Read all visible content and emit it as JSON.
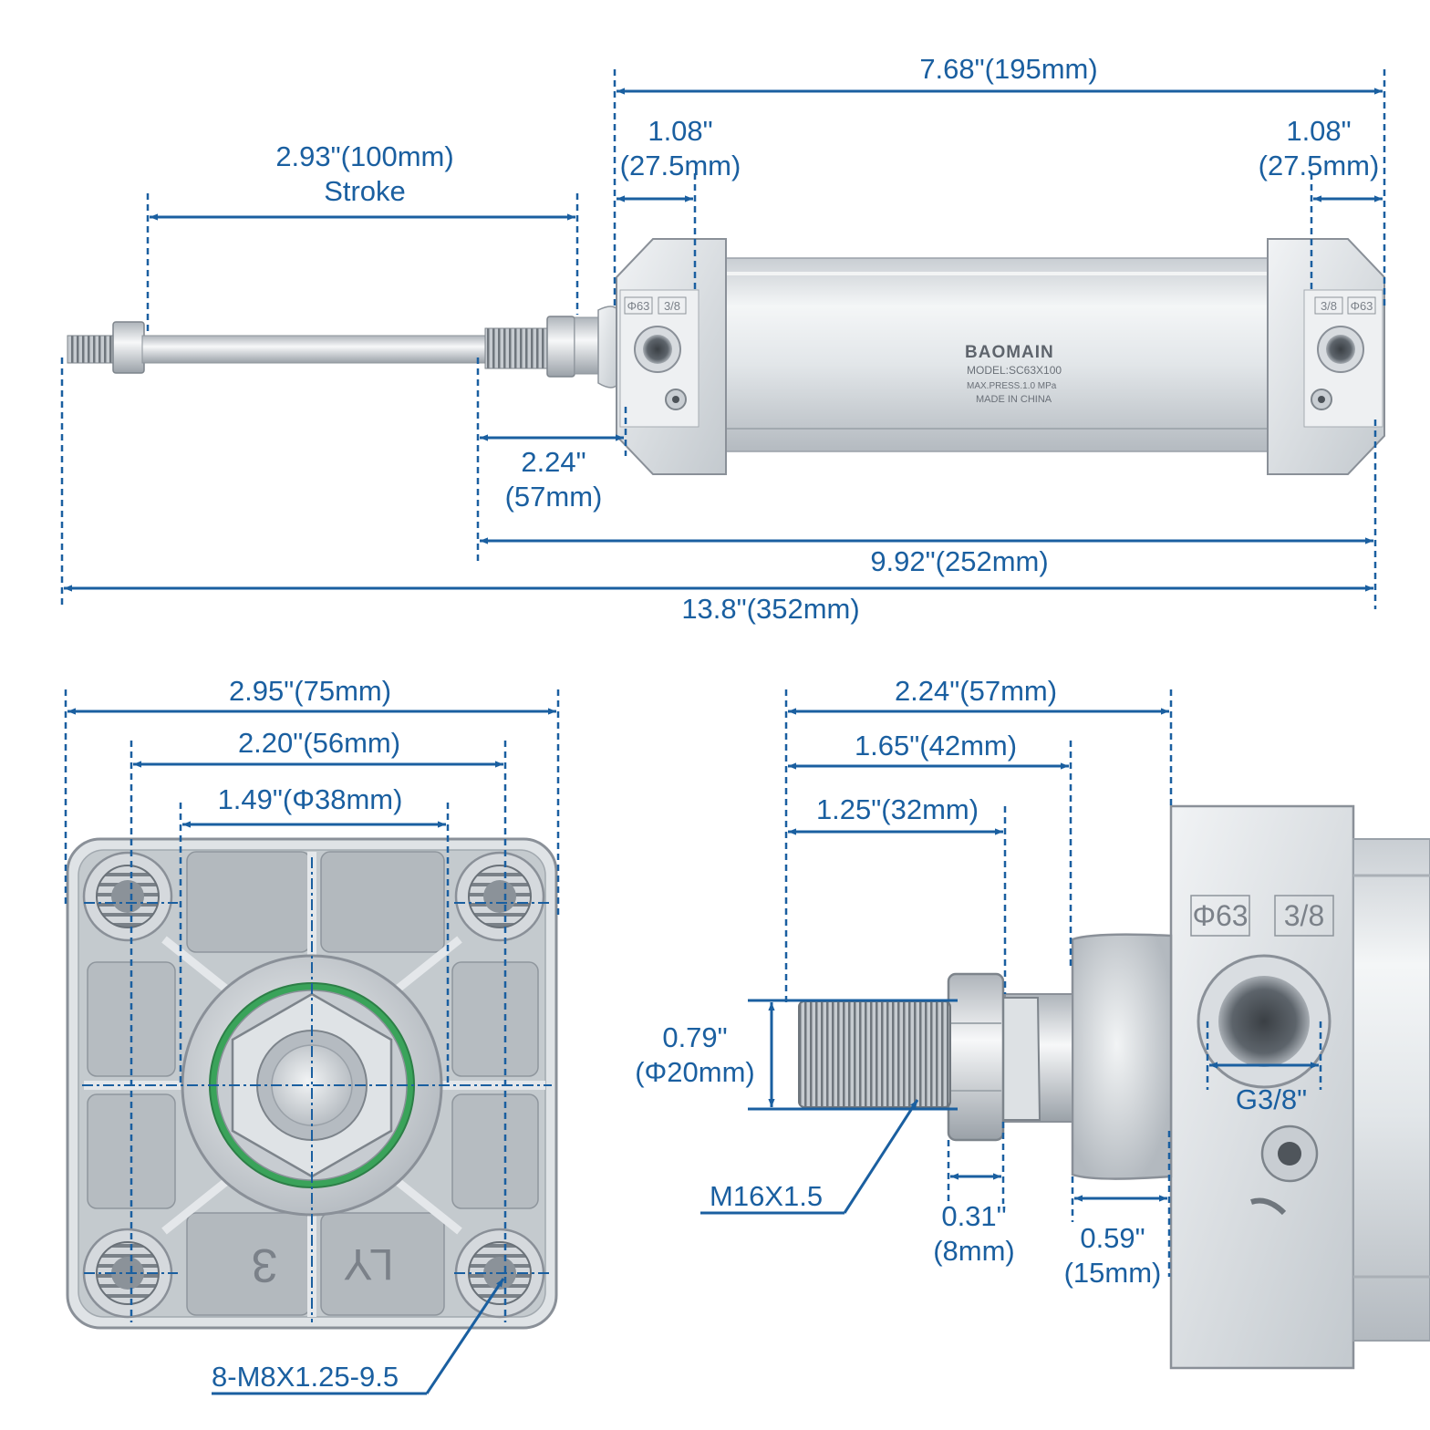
{
  "colors": {
    "dimension": "#1a5fa0",
    "metal_light": "#e6e9ec",
    "metal_dark": "#9aa1a9",
    "seal_green": "#3aa35a"
  },
  "side_view": {
    "overall_length": "7.68\"(195mm)",
    "endcap_left_1": "1.08\"",
    "endcap_left_2": "(27.5mm)",
    "endcap_right_1": "1.08\"",
    "endcap_right_2": "(27.5mm)",
    "stroke_1": "2.93\"(100mm)",
    "stroke_2": "Stroke",
    "rod_ext_1": "2.24\"",
    "rod_ext_2": "(57mm)",
    "body_total": "9.92\"(252mm)",
    "total_length": "13.8\"(352mm)"
  },
  "label": {
    "brand": "BAOMAIN",
    "model": "MODEL:SC63X100",
    "pressure": "MAX.PRESS.1.0 MPa",
    "origin": "MADE IN CHINA",
    "bore_mark": "Φ63",
    "port_mark": "3/8"
  },
  "front_view": {
    "width_outer": "2.95\"(75mm)",
    "width_holes": "2.20\"(56mm)",
    "boss_dia": "1.49\"(Φ38mm)",
    "bolt_thread": "8-M8X1.25-9.5",
    "cast_mark_1": "3",
    "cast_mark_2": "LY"
  },
  "rod_detail": {
    "len_total": "2.24\"(57mm)",
    "len_mid": "1.65\"(42mm)",
    "len_thread": "1.25\"(32mm)",
    "rod_dia_1": "0.79\"",
    "rod_dia_2": "(Φ20mm)",
    "rod_thread": "M16X1.5",
    "nut_thk_1": "0.31\"",
    "nut_thk_2": "(8mm)",
    "boss_len_1": "0.59\"",
    "boss_len_2": "(15mm)",
    "port_thread": "G3/8\"",
    "bore_mark": "Φ63",
    "port_mark": "3/8"
  }
}
